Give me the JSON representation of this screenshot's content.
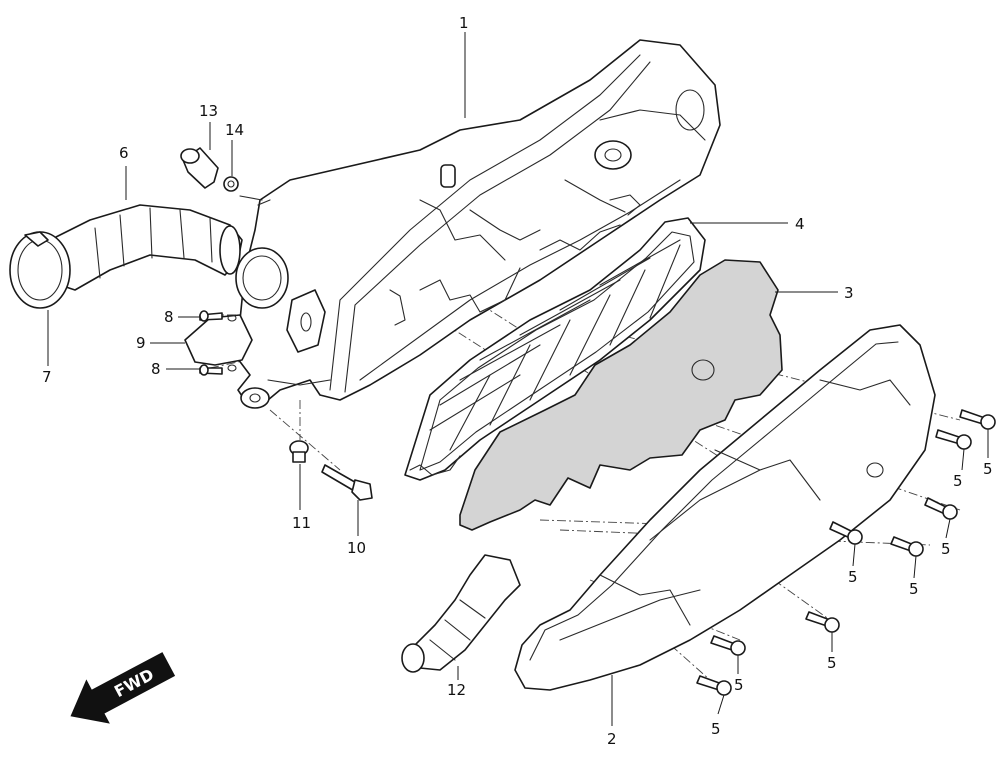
{
  "callouts": {
    "c1": "1",
    "c2": "2",
    "c3": "3",
    "c4": "4",
    "c5": "5",
    "c6": "6",
    "c7": "7",
    "c8": "8",
    "c9": "9",
    "c10": "10",
    "c11": "11",
    "c12": "12",
    "c13": "13",
    "c14": "14"
  },
  "direction_arrow": {
    "label": "FWD"
  },
  "colors": {
    "line": "#1a1a1a",
    "filter_fill": "#d4d4d4",
    "background": "#ffffff"
  }
}
